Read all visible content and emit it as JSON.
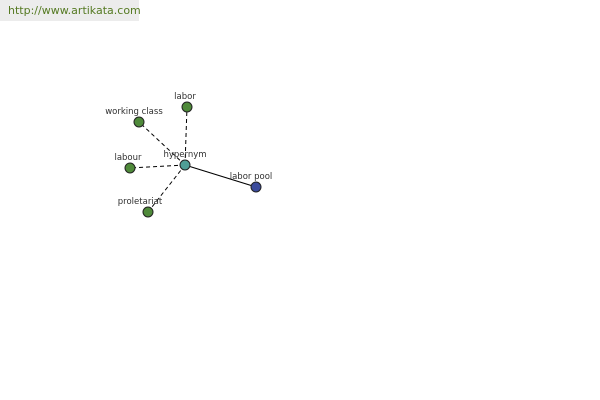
{
  "header": {
    "url": "http://www.artikata.com"
  },
  "colors": {
    "background": "#ffffff",
    "url_bar_bg": "#ececec",
    "url_text": "#557a22",
    "synonym_node": "#4f8a3a",
    "center_node": "#4f9e96",
    "hyponym_node": "#3b4b9c",
    "edge": "#000000"
  },
  "graph": {
    "center": {
      "id": "hypernym",
      "label": "hypernym",
      "color_key": "center_node"
    },
    "nodes": [
      {
        "id": "labor",
        "label": "labor",
        "color_key": "synonym_node"
      },
      {
        "id": "working-class",
        "label": "working class",
        "color_key": "synonym_node"
      },
      {
        "id": "labour",
        "label": "labour",
        "color_key": "synonym_node"
      },
      {
        "id": "proletariat",
        "label": "proletariat",
        "color_key": "synonym_node"
      },
      {
        "id": "labor-pool",
        "label": "labor pool",
        "color_key": "hyponym_node"
      }
    ],
    "edges": [
      {
        "from": "hypernym",
        "to": "labor",
        "style": "dashed"
      },
      {
        "from": "hypernym",
        "to": "working-class",
        "style": "dashed"
      },
      {
        "from": "hypernym",
        "to": "labour",
        "style": "dashed"
      },
      {
        "from": "hypernym",
        "to": "proletariat",
        "style": "dashed"
      },
      {
        "from": "hypernym",
        "to": "labor-pool",
        "style": "solid"
      }
    ]
  }
}
